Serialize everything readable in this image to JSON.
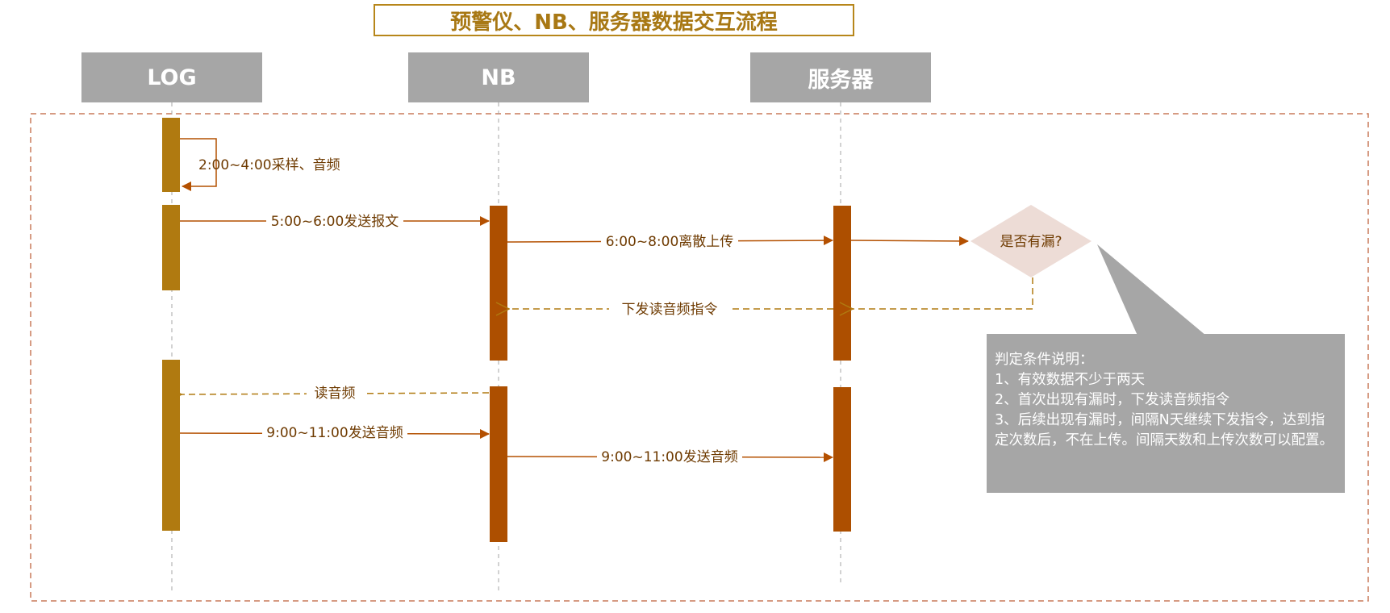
{
  "title": "预警仪、NB、服务器数据交互流程",
  "lanes": {
    "log": "LOG",
    "nb": "NB",
    "server": "服务器"
  },
  "messages": {
    "sample": "2:00~4:00采样、音频",
    "send_report": "5:00~6:00发送报文",
    "discrete_upload": "6:00~8:00离散上传",
    "issue_cmd": "下发读音频指令",
    "read_audio": "读音频",
    "send_audio_log": "9:00~11:00发送音频",
    "send_audio_nb": "9:00~11:00发送音频"
  },
  "decision": "是否有漏?",
  "note": {
    "heading": "判定条件说明：",
    "lines": [
      "1、有效数据不少于两天",
      "2、首次出现有漏时，下发读音频指令",
      "3、后续出现有漏时，间隔N天继续下发指令，达到指定次数后，不在上传。间隔天数和上传次数可以配置。"
    ]
  },
  "colors": {
    "title_text": "#a87814",
    "title_border": "#b7861a",
    "lane_header": "#a6a6a6",
    "log_bar": "#b07a10",
    "nb_server_bar": "#ad4f00",
    "arrow": "#b45000",
    "frame": "#c97a5a",
    "decision_fill": "#eddcd6",
    "note_fill": "#a6a6a6"
  }
}
